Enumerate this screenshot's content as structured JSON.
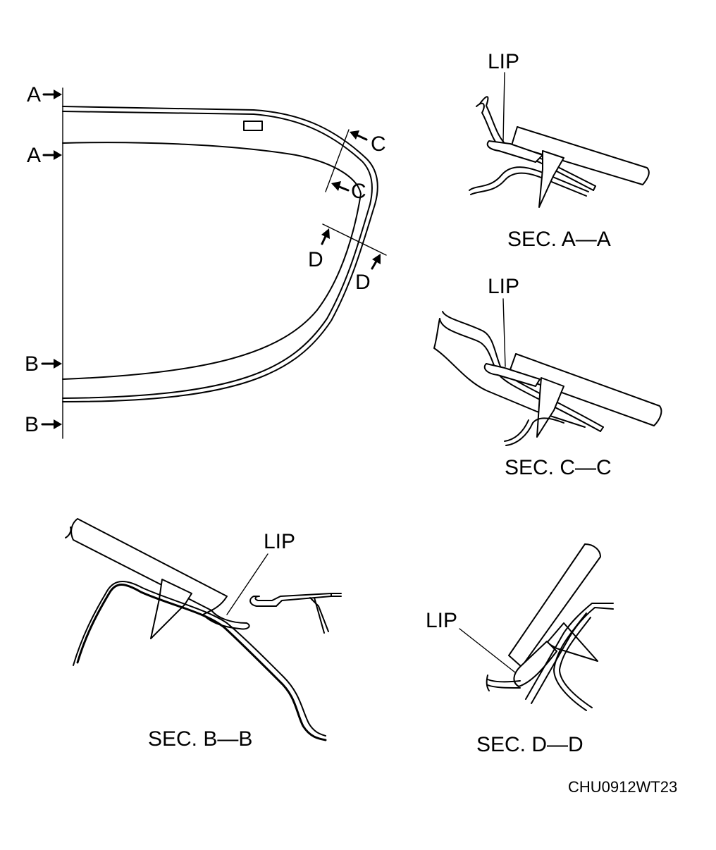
{
  "figure": {
    "main_view": {
      "section_marks": [
        "A",
        "A",
        "B",
        "B",
        "C",
        "C",
        "D",
        "D"
      ]
    },
    "sections": [
      {
        "id": "A-A",
        "caption": "SEC. A—A",
        "lip_label": "LIP"
      },
      {
        "id": "C-C",
        "caption": "SEC. C—C",
        "lip_label": "LIP"
      },
      {
        "id": "B-B",
        "caption": "SEC. B—B",
        "lip_label": "LIP"
      },
      {
        "id": "D-D",
        "caption": "SEC. D—D",
        "lip_label": "LIP"
      }
    ],
    "reference_code": "CHU0912WT23"
  }
}
